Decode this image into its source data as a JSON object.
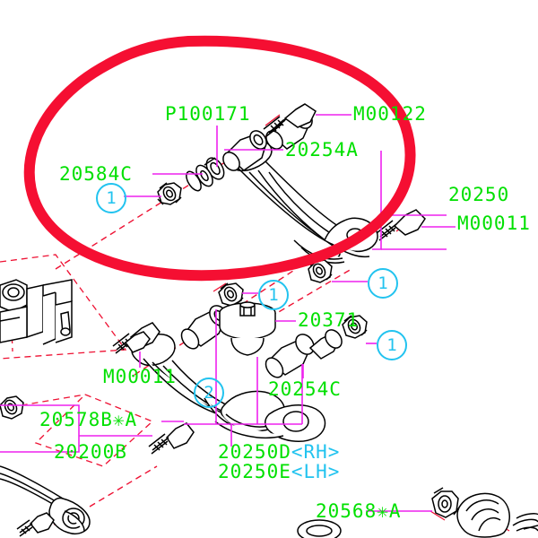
{
  "diagram": {
    "title": "Front Suspension Control Arm Parts Diagram",
    "colors": {
      "part_label": "#00e000",
      "leader_line": "#ee22ee",
      "callout": "#22c3ef",
      "axis_dashed": "#ee1133",
      "annotation_circle": "#f50f32",
      "outline": "#000000",
      "background": "#ffffff"
    }
  },
  "labels": {
    "p100171": "P100171",
    "m00122": "M00122",
    "n20254a": "20254A",
    "n20584c": "20584C",
    "n20250": "20250",
    "m00011_right": "M00011",
    "n20371": "20371",
    "n20254c": "20254C",
    "m00011_left": "M00011",
    "n20578b": "20578B✳A",
    "n20200b": "20200B",
    "n20250d": "20250D",
    "rh_flag": "<RH>",
    "n20250e": "20250E",
    "lh_flag": "<LH>",
    "n20568a": "20568✳A"
  },
  "callouts": {
    "c1_upper_left": "1",
    "c1_lower_arm_upper": "1",
    "c1_upper_arm_rear": "1",
    "c1_lower_arm_right": "1",
    "c2_lower_arm": "2"
  }
}
